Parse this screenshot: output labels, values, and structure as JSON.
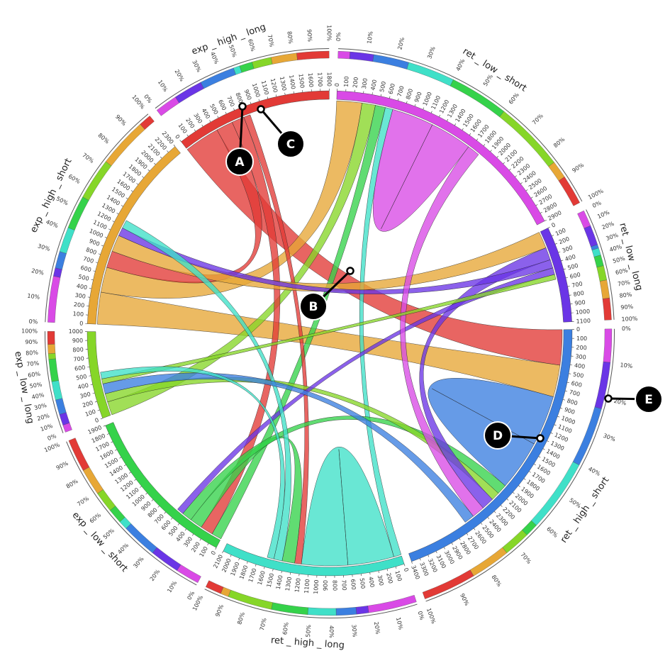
{
  "segments": [
    {
      "name": "ret _ low _ short",
      "max": 2900,
      "step": 100,
      "color": "#d94ae6"
    },
    {
      "name": "ret _ low _ long",
      "max": 1100,
      "step": 100,
      "color": "#6a35e6"
    },
    {
      "name": "ret _ high _ short",
      "max": 3400,
      "step": 100,
      "color": "#3b7fe0"
    },
    {
      "name": "ret _ high _ long",
      "max": 2100,
      "step": 100,
      "color": "#3fe0c8"
    },
    {
      "name": "exp _ low _ short",
      "max": 1900,
      "step": 100,
      "color": "#35d24a"
    },
    {
      "name": "exp _ low _ long",
      "max": 1000,
      "step": 100,
      "color": "#86d628"
    },
    {
      "name": "exp _ high _ short",
      "max": 2300,
      "step": 100,
      "color": "#e7a736"
    },
    {
      "name": "exp _ high _ long",
      "max": 1800,
      "step": 100,
      "color": "#e23a36"
    }
  ],
  "percent_ticks": [
    "0%",
    "10%",
    "20%",
    "30%",
    "40%",
    "50%",
    "60%",
    "70%",
    "80%",
    "90%",
    "100%"
  ],
  "chords": [
    {
      "from": "exp _ high _ long",
      "to": "ret _ high _ short",
      "value": 420
    },
    {
      "from": "exp _ high _ short",
      "to": "ret _ high _ short",
      "value": 380
    },
    {
      "from": "exp _ high _ short",
      "to": "ret _ low _ short",
      "value": 300
    },
    {
      "from": "exp _ low _ long",
      "to": "ret _ low _ short",
      "value": 160
    },
    {
      "from": "exp _ low _ short",
      "to": "ret _ low _ short",
      "value": 120
    },
    {
      "from": "ret _ high _ long",
      "to": "ret _ low _ short",
      "value": 90
    },
    {
      "from": "ret _ low _ short",
      "to": "ret _ low _ short",
      "value": 500
    },
    {
      "from": "ret _ high _ short",
      "to": "ret _ high _ short",
      "value": 600
    },
    {
      "from": "ret _ high _ long",
      "to": "ret _ high _ long",
      "value": 550
    },
    {
      "from": "exp _ high _ long",
      "to": "exp _ high _ short",
      "value": 200
    },
    {
      "from": "exp _ high _ long",
      "to": "exp _ low _ short",
      "value": 150
    },
    {
      "from": "exp _ high _ long",
      "to": "ret _ high _ long",
      "value": 80
    },
    {
      "from": "exp _ high _ short",
      "to": "ret _ low _ long",
      "value": 200
    },
    {
      "from": "exp _ low _ short",
      "to": "ret _ high _ long",
      "value": 150
    },
    {
      "from": "exp _ low _ short",
      "to": "ret _ high _ short",
      "value": 120
    },
    {
      "from": "exp _ low _ long",
      "to": "ret _ high _ short",
      "value": 100
    },
    {
      "from": "ret _ low _ long",
      "to": "ret _ high _ short",
      "value": 150
    },
    {
      "from": "ret _ low _ long",
      "to": "exp _ high _ short",
      "value": 100
    },
    {
      "from": "ret _ low _ long",
      "to": "exp _ low _ short",
      "value": 80
    },
    {
      "from": "ret _ high _ long",
      "to": "exp _ high _ short",
      "value": 100
    },
    {
      "from": "ret _ low _ short",
      "to": "ret _ high _ short",
      "value": 150
    },
    {
      "from": "ret _ high _ short",
      "to": "exp _ low _ long",
      "value": 120
    },
    {
      "from": "exp _ low _ long",
      "to": "ret _ low _ long",
      "value": 60
    },
    {
      "from": "ret _ high _ long",
      "to": "exp _ low _ long",
      "value": 80
    }
  ],
  "callouts": [
    {
      "label": "A"
    },
    {
      "label": "B"
    },
    {
      "label": "C"
    },
    {
      "label": "D"
    },
    {
      "label": "E"
    }
  ]
}
